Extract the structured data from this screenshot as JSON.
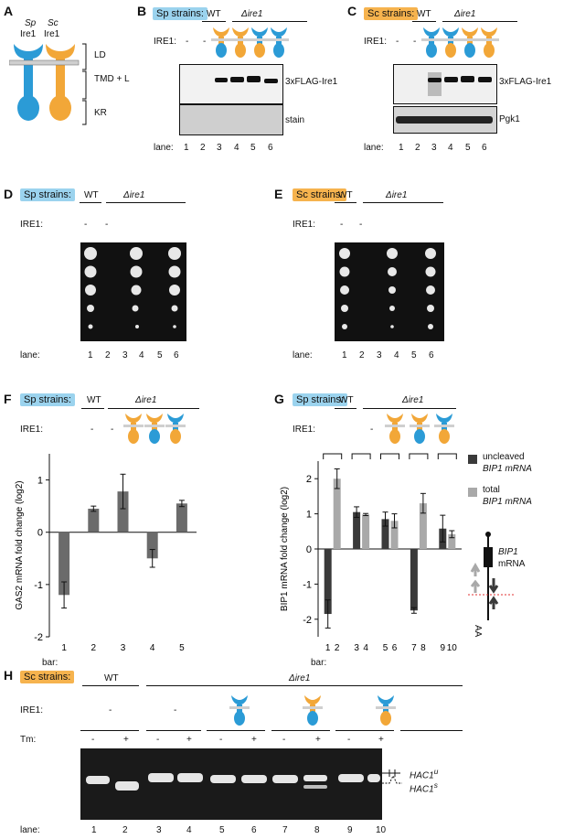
{
  "panels": {
    "A": {
      "letter": "A",
      "sp": "Sp",
      "sc": "Sc",
      "ire1_sp": "Ire1",
      "ire1_sc": "Ire1",
      "domains": [
        "LD",
        "TMD + L",
        "KR"
      ]
    },
    "B": {
      "letter": "B",
      "tag": "Sp strains:",
      "wt": "WT",
      "mut": "Δire1",
      "ire_label": "IRE1:",
      "dashes": [
        "-",
        "-"
      ],
      "band": "3xFLAG-Ire1",
      "stain": "stain",
      "lane_label": "lane:",
      "lanes": [
        "1",
        "2",
        "3",
        "4",
        "5",
        "6"
      ]
    },
    "C": {
      "letter": "C",
      "tag": "Sc strains:",
      "wt": "WT",
      "mut": "Δire1",
      "ire_label": "IRE1:",
      "dashes": [
        "-",
        "-"
      ],
      "band": "3xFLAG-Ire1",
      "loading": "Pgk1",
      "lane_label": "lane:",
      "lanes": [
        "1",
        "2",
        "3",
        "4",
        "5",
        "6"
      ]
    },
    "D": {
      "letter": "D",
      "tag": "Sp strains:",
      "wt": "WT",
      "mut": "Δire1",
      "ire_label": "IRE1:",
      "dashes": [
        "-",
        "-"
      ],
      "lane_label": "lane:",
      "lanes": [
        "1",
        "2",
        "3",
        "4",
        "5",
        "6"
      ]
    },
    "E": {
      "letter": "E",
      "tag": "Sc strains:",
      "wt": "WT",
      "mut": "Δire1",
      "ire_label": "IRE1:",
      "dashes": [
        "-",
        "-"
      ],
      "lane_label": "lane:",
      "lanes": [
        "1",
        "2",
        "3",
        "4",
        "5",
        "6"
      ]
    },
    "F": {
      "letter": "F",
      "tag": "Sp strains:",
      "wt": "WT",
      "mut": "Δire1",
      "ire_label": "IRE1:",
      "dashes": [
        "-",
        "-"
      ],
      "bar_label": "bar:"
    },
    "G": {
      "letter": "G",
      "tag": "Sp strains:",
      "wt": "WT",
      "mut": "Δire1",
      "ire_label": "IRE1:",
      "dashes": [
        "-"
      ],
      "bar_label": "bar:",
      "legend": [
        {
          "line1": "uncleaved",
          "line2": "BIP1 mRNA",
          "color": "#3a3a3a"
        },
        {
          "line1": "total",
          "line2": "BIP1 mRNA",
          "color": "#a9a9a9"
        }
      ],
      "schematic_gene": "BIP1",
      "schematic_word": "mRNA",
      "schematic_aa": "AA"
    },
    "H": {
      "letter": "H",
      "tag": "Sc strains:",
      "wt": "WT",
      "mut": "Δire1",
      "ire_label": "IRE1:",
      "tm_label": "Tm:",
      "dashes": [
        "-",
        "-"
      ],
      "tm": [
        "-",
        "+",
        "-",
        "+",
        "-",
        "+",
        "-",
        "+",
        "-",
        "+"
      ],
      "band_u": "HAC1",
      "band_u_sup": "u",
      "band_s": "HAC1",
      "band_s_sup": "s",
      "lane_label": "lane:",
      "lanes": [
        "1",
        "2",
        "3",
        "4",
        "5",
        "6",
        "7",
        "8",
        "9",
        "10"
      ]
    }
  },
  "chart_data": [
    {
      "type": "bar",
      "panel": "F",
      "ylabel": "GAS2 mRNA fold change (log2)",
      "ylim": [
        -2,
        1.5
      ],
      "yticks": [
        -2,
        -1,
        0,
        1
      ],
      "categories": [
        "1",
        "2",
        "3",
        "4",
        "5"
      ],
      "values": [
        -1.2,
        0.45,
        0.78,
        -0.5,
        0.55
      ],
      "errors": [
        0.25,
        0.05,
        0.33,
        0.17,
        0.06
      ],
      "color": "#6b6b6b"
    },
    {
      "type": "bar",
      "panel": "G",
      "ylabel": "BIP1 mRNA fold change (log2)",
      "ylim": [
        -2.5,
        2.5
      ],
      "yticks": [
        -2,
        -1,
        0,
        1,
        2
      ],
      "categories": [
        "1",
        "2",
        "3",
        "4",
        "5",
        "6",
        "7",
        "8",
        "9",
        "10"
      ],
      "series": [
        {
          "name": "uncleaved BIP1 mRNA",
          "bars": [
            "1",
            "3",
            "5",
            "7",
            "9"
          ],
          "values": [
            -1.85,
            1.05,
            0.85,
            -1.75,
            0.58
          ],
          "errors": [
            0.4,
            0.15,
            0.2,
            0.08,
            0.38
          ],
          "color": "#3a3a3a"
        },
        {
          "name": "total BIP1 mRNA",
          "bars": [
            "2",
            "4",
            "6",
            "8",
            "10"
          ],
          "values": [
            2.0,
            0.98,
            0.8,
            1.3,
            0.42
          ],
          "errors": [
            0.28,
            0.03,
            0.2,
            0.28,
            0.1
          ],
          "color": "#a9a9a9"
        }
      ]
    }
  ],
  "colors": {
    "sp": "#2b9bd6",
    "sc": "#f2a738",
    "sp_tag": "#9bd3ee",
    "sc_tag": "#f6b34e"
  }
}
